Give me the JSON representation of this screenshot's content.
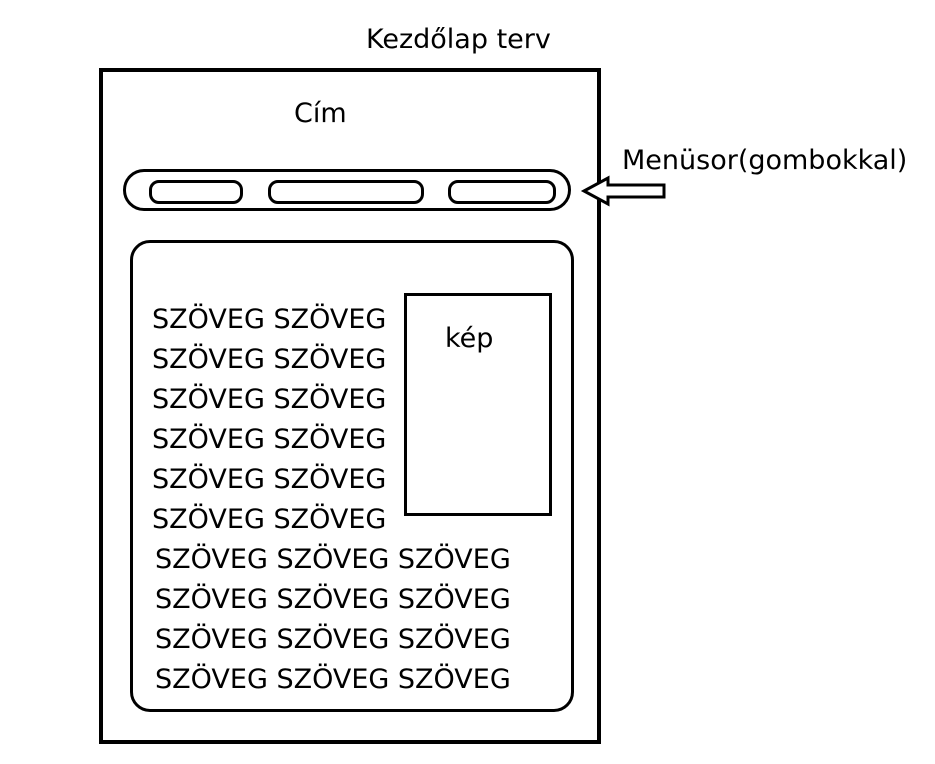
{
  "diagram": {
    "title": "Kezdőlap terv",
    "page_title_label": "Cím",
    "menubar_label": "Menüsor(gombokkal)",
    "image_label": "kép",
    "text_lines_short": [
      "SZÖVEG SZÖVEG",
      "SZÖVEG SZÖVEG",
      "SZÖVEG SZÖVEG",
      "SZÖVEG SZÖVEG",
      "SZÖVEG SZÖVEG",
      "SZÖVEG SZÖVEG"
    ],
    "text_lines_long": [
      "SZÖVEG SZÖVEG SZÖVEG",
      "SZÖVEG SZÖVEG SZÖVEG",
      "SZÖVEG SZÖVEG SZÖVEG",
      "SZÖVEG SZÖVEG SZÖVEG"
    ]
  }
}
